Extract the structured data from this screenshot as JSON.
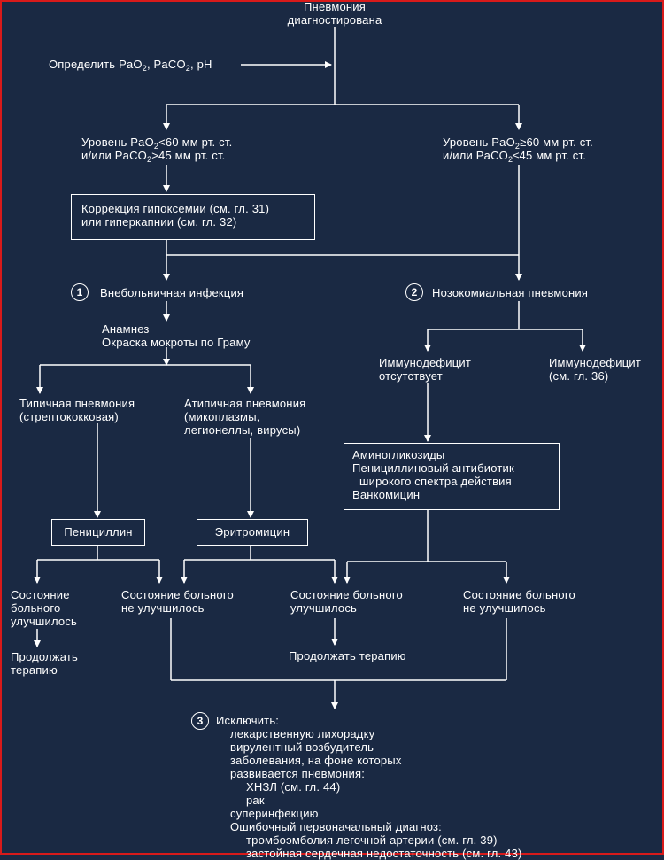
{
  "start": {
    "line1": "Пневмония",
    "line2": "диагностирована"
  },
  "determine": {
    "prefix": "Определить PaO",
    "s1": "2",
    "mid": ", PaCO",
    "s2": "2",
    "suffix": ", pH"
  },
  "left_level": {
    "l1a": "Уровень PaO",
    "l1s": "2",
    "l1b": "<60 мм рт. ст.",
    "l2a": "и/или PaCO",
    "l2s": "2",
    "l2b": ">45 мм рт. ст."
  },
  "right_level": {
    "l1a": "Уровень PaO",
    "l1s": "2",
    "l1b": "≥60 мм рт. ст.",
    "l2a": "и/или PaCO",
    "l2s": "2",
    "l2b": "≤45 мм рт. ст."
  },
  "correction": {
    "line1": "Коррекция гипоксемии (см. гл. 31)",
    "line2": "или гиперкапнии (см. гл. 32)"
  },
  "community": {
    "num": "1",
    "label": "Внебольничная инфекция"
  },
  "nosocomial": {
    "num": "2",
    "label": "Нозокомиальная пневмония"
  },
  "anamnesis": {
    "line1": "Анамнез",
    "line2": "Окраска мокроты по Граму"
  },
  "typical": {
    "line1": "Типичная пневмония",
    "line2": "(стрептококковая)"
  },
  "atypical": {
    "line1": "Атипичная пневмония",
    "line2": "(микоплазмы,",
    "line3": "легионеллы, вирусы)"
  },
  "immuno_absent": {
    "line1": "Иммунодефицит",
    "line2": "отсутствует"
  },
  "immuno_present": {
    "line1": "Иммунодефицит",
    "line2": "(см. гл. 36)"
  },
  "antibiotics": {
    "line1": "Аминогликозиды",
    "line2": "Пенициллиновый антибиотик",
    "line3": "широкого спектра  действия",
    "line4": "Ванкомицин"
  },
  "penicillin": "Пенициллин",
  "erythromycin": "Эритромицин",
  "state_improved_1": {
    "line1": "Состояние",
    "line2": "больного",
    "line3": "улучшилось"
  },
  "state_not_improved_1": {
    "line1": "Состояние больного",
    "line2": "не улучшилось"
  },
  "state_improved_2": {
    "line1": "Состояние больного",
    "line2": "улучшилось"
  },
  "state_not_improved_2": {
    "line1": "Состояние больного",
    "line2": "не улучшилось"
  },
  "continue_1": {
    "line1": "Продолжать",
    "line2": "терапию"
  },
  "continue_2": "Продолжать терапию",
  "exclude": {
    "num": "3",
    "title": "Исключить:",
    "items": [
      "лекарственную лихорадку",
      "вирулентный возбудитель",
      "заболевания, на фоне которых",
      "развивается пневмония:",
      "ХНЗЛ (см. гл. 44)",
      "рак",
      "суперинфекцию",
      "Ошибочный первоначальный диагноз:",
      "тромбоэмболия  легочной артерии (см. гл. 39)",
      "застойная сердечная недостаточность (см. гл. 43)"
    ]
  },
  "colors": {
    "background": "#1a2943",
    "frame": "#d81a1a",
    "foreground": "#ffffff"
  }
}
